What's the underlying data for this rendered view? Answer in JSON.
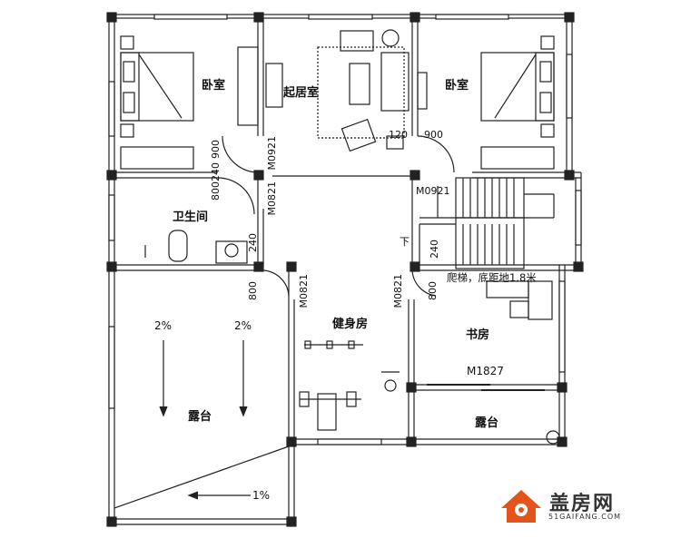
{
  "rooms": {
    "bedroom_left": "卧室",
    "living": "起居室",
    "bedroom_right": "卧室",
    "bathroom": "卫生间",
    "gym": "健身房",
    "study": "书房",
    "terrace_left": "露台",
    "terrace_right": "露台"
  },
  "doors": {
    "m0921_a": "M0921",
    "m0821_a": "M0821",
    "m0921_b": "M0921",
    "m0821_b": "M0821",
    "m0821_c": "M0821",
    "m1827": "M1827"
  },
  "dims": {
    "d900_a": "900",
    "d240_a": "240",
    "d800_a": "800",
    "d240_b": "240",
    "d120": "120",
    "d900_b": "900",
    "d240_c": "240",
    "d800_b": "800",
    "d800_c": "800"
  },
  "annotations": {
    "slope_a": "2%",
    "slope_b": "2%",
    "slope_c": "1%",
    "stair_down": "下",
    "stair_note": "爬梯，底距地1.8米"
  },
  "logo": {
    "name": "盖房网",
    "url": "51GAIFANG.COM",
    "accent": "#e2541b"
  }
}
